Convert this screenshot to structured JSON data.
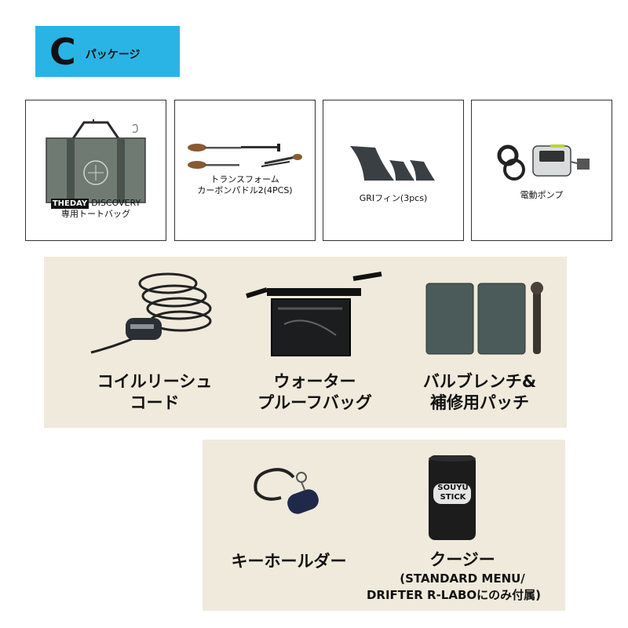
{
  "header": {
    "letter": "C",
    "label": "パッケージ"
  },
  "boxes": [
    {
      "brand": "THEDAY",
      "line1": "DISCOVERY",
      "line2": "専用トートバッグ"
    },
    {
      "line1": "トランスフォーム",
      "line2": "カーボンパドル2(4PCS)"
    },
    {
      "line1": "GRIフィン(3pcs)"
    },
    {
      "line1": "電動ポンプ"
    }
  ],
  "panel1": {
    "items": [
      {
        "line1": "コイルリーシュ",
        "line2": "コード"
      },
      {
        "line1": "ウォーター",
        "line2": "プルーフバッグ"
      },
      {
        "line1": "バルブレンチ&",
        "line2": "補修用パッチ"
      }
    ]
  },
  "panel2": {
    "items": [
      {
        "line1": "キーホールダー"
      },
      {
        "line1": "クージー",
        "line2": "(STANDARD MENU/",
        "line3": "DRIFTER R-LABOにのみ付属)"
      }
    ],
    "koozie_text_top": "SOUYU",
    "koozie_text_bottom": "STICK"
  },
  "colors": {
    "header_bg": "#2ab4e6",
    "panel_bg": "#efeadc"
  }
}
